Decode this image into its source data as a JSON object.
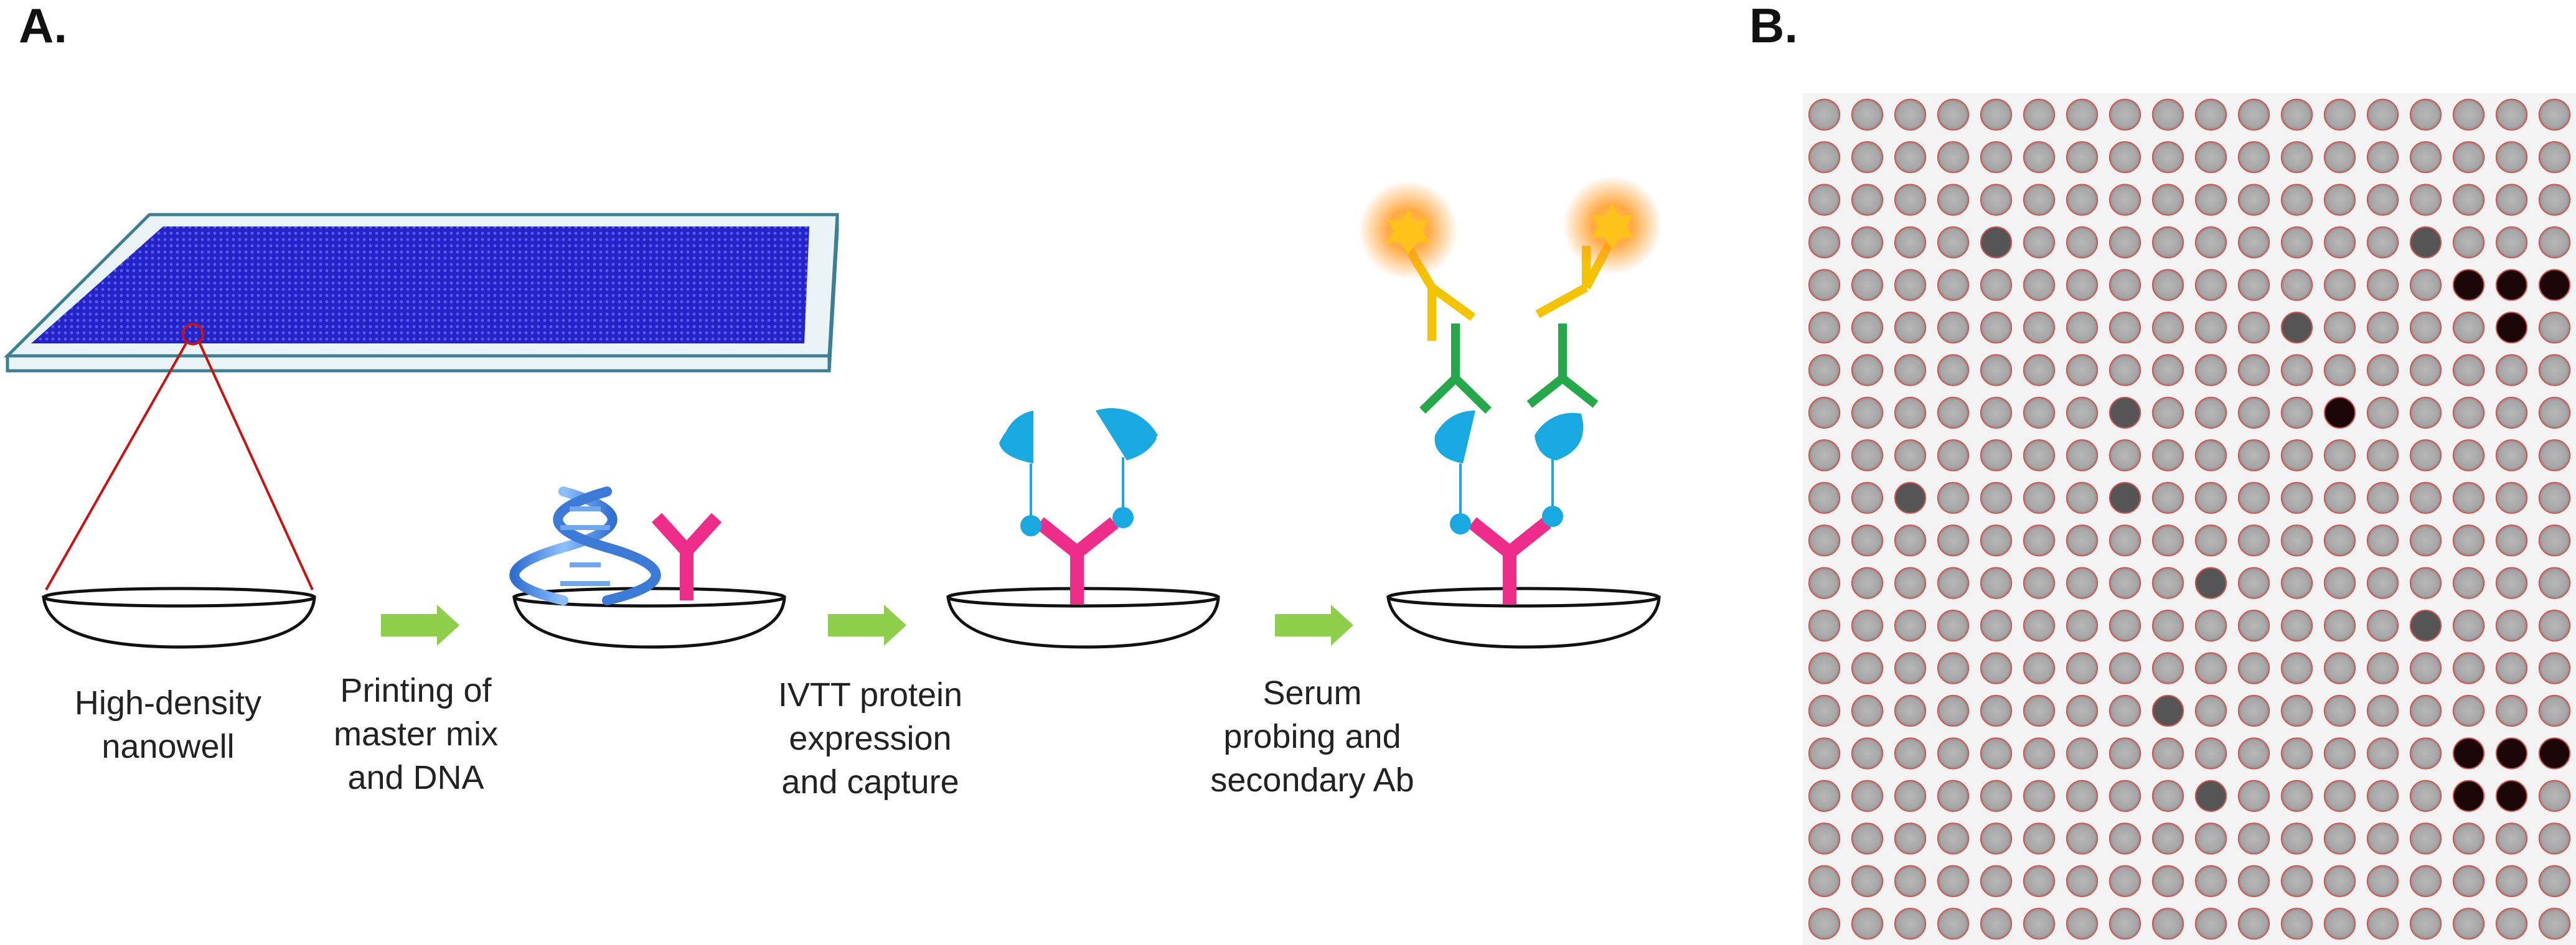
{
  "panel_a": {
    "label": "A.",
    "steps": [
      {
        "lines": [
          "High-density",
          "nanowell"
        ]
      },
      {
        "lines": [
          "Printing of",
          "master mix",
          "and DNA"
        ]
      },
      {
        "lines": [
          "IVTT protein",
          "expression",
          "and capture"
        ]
      },
      {
        "lines": [
          "Serum",
          "probing and",
          "secondary Ab"
        ]
      }
    ]
  },
  "panel_b": {
    "label": "B.",
    "grid_rows": 20,
    "grid_cols": 18
  },
  "colors": {
    "slide_fill": "#2323c8",
    "slide_border": "#3a7f93",
    "zoom_lines": "#cc1111",
    "arrow": "#8dcf4a",
    "antibody_capture": "#ee2d8a",
    "protein": "#19a9e1",
    "antibody_primary": "#25a84a",
    "antibody_secondary": "#f5c400",
    "glow": "#ff9a20",
    "dna": "#4a8fe0",
    "spot_ring": "#d9534f"
  }
}
